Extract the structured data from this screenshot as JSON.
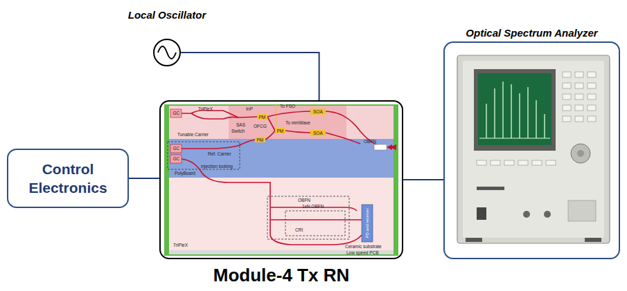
{
  "diagram": {
    "nodes": [
      {
        "text": [
          "Local Oscillator"
        ]
      },
      {
        "text": [
          "Control Electronics"
        ]
      },
      {
        "text": [
          "Module-4 Tx RN"
        ]
      },
      {
        "text": [
          "Optical Spectrum Analyzer"
        ]
      }
    ],
    "edges": [
      {
        "from": 0,
        "to": 2,
        "arrow": "none"
      },
      {
        "from": 1,
        "to": 2,
        "arrow": "none"
      },
      {
        "from": 2,
        "to": 3,
        "arrow": "none"
      }
    ],
    "labels": [
      "TriPleX",
      "InP",
      "To FSO",
      "SOA",
      "PM",
      "OFCG",
      "To mmWave",
      "PM",
      "PM",
      "SOA",
      "Tunable Carrier",
      "SAS",
      "Switch",
      "GC",
      "GC",
      "GC",
      "Ref. Carrier",
      "injection locking",
      "PolyBoard",
      "OBFN",
      "OBFN",
      "1xN OBFN",
      "CRI",
      "PD and receiver",
      "TriPleX",
      "Ceramic substrate",
      "Low speed PCB"
    ]
  }
}
